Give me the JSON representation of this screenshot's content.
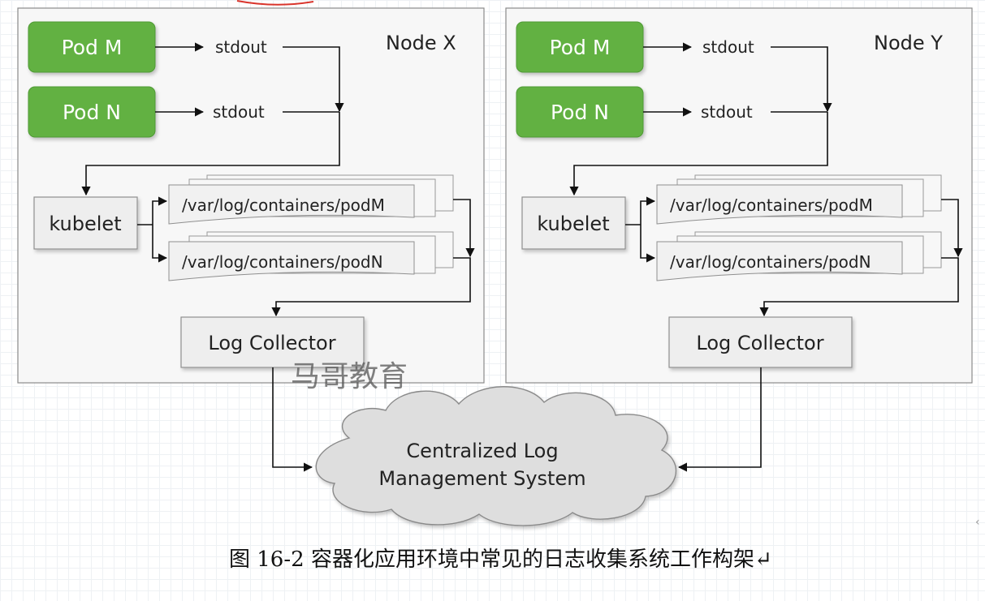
{
  "nodes": [
    {
      "title": "Node X",
      "pods": [
        {
          "label": "Pod M",
          "stream": "stdout"
        },
        {
          "label": "Pod N",
          "stream": "stdout"
        }
      ],
      "kubelet": "kubelet",
      "files": [
        "/var/log/containers/podM",
        "/var/log/containers/podN"
      ],
      "collector": "Log Collector"
    },
    {
      "title": "Node Y",
      "pods": [
        {
          "label": "Pod M",
          "stream": "stdout"
        },
        {
          "label": "Pod N",
          "stream": "stdout"
        }
      ],
      "kubelet": "kubelet",
      "files": [
        "/var/log/containers/podM",
        "/var/log/containers/podN"
      ],
      "collector": "Log Collector"
    }
  ],
  "central": {
    "line1": "Centralized Log",
    "line2": "Management System"
  },
  "watermark": "马哥教育",
  "caption": "图 16-2  容器化应用环境中常见的日志收集系统工作构架↵",
  "colors": {
    "pod_green": "#62b142",
    "box_gray": "#eeeeee",
    "cloud_gray": "#dedede"
  }
}
